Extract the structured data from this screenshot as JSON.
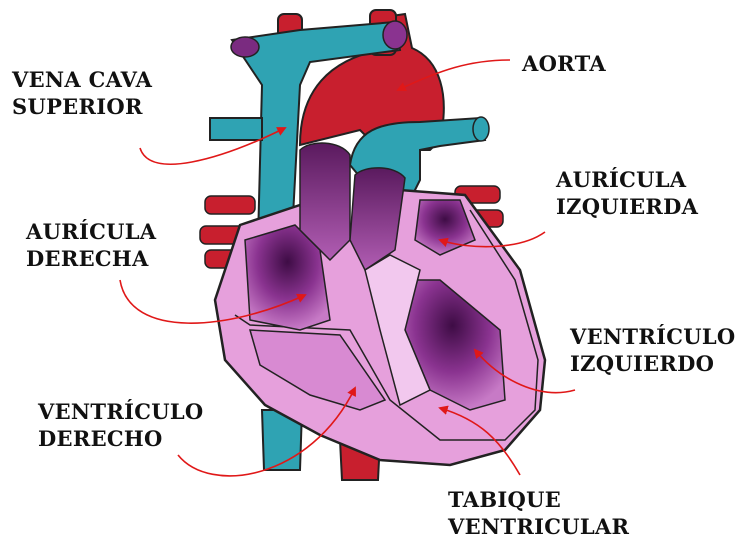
{
  "labels": {
    "vena_cava_superior": [
      "VENA CAVA",
      "SUPERIOR"
    ],
    "aorta": [
      "AORTA"
    ],
    "auricula_derecha": [
      "AURÍCULA",
      "DERECHA"
    ],
    "auricula_izquierda": [
      "AURÍCULA",
      "IZQUIERDA"
    ],
    "ventriculo_izquierdo": [
      "VENTRÍCULO",
      "IZQUIERDO"
    ],
    "ventriculo_derecho": [
      "VENTRÍCULO",
      "DERECHO"
    ],
    "tabique_ventricular": [
      "TABIQUE",
      "VENTRICULAR"
    ]
  },
  "colors": {
    "vein_blue": "#2fa3b3",
    "artery_red": "#c81f2e",
    "heart_pink": "#e6a0dc",
    "heart_light": "#f2c8ee",
    "chamber_purple": "#9a3c9a",
    "chamber_dark": "#5a1a5e",
    "arrow_red": "#e01818",
    "outline": "#222222"
  }
}
